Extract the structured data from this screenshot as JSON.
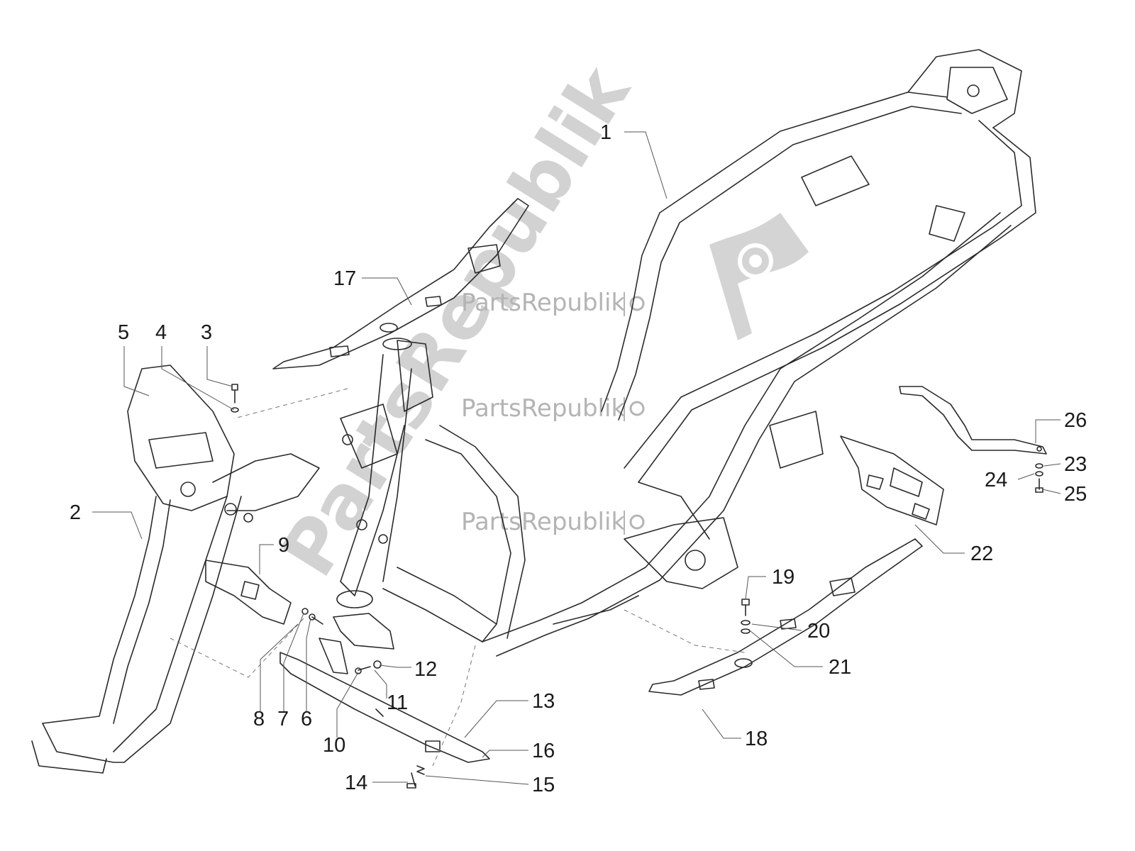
{
  "watermark": {
    "brand": "PartsRepublik",
    "color": "#b4b4b4"
  },
  "callouts": [
    "1",
    "2",
    "3",
    "4",
    "5",
    "6",
    "7",
    "8",
    "9",
    "10",
    "11",
    "12",
    "13",
    "14",
    "15",
    "16",
    "17",
    "18",
    "19",
    "20",
    "21",
    "22",
    "23",
    "24",
    "25",
    "26"
  ],
  "colors": {
    "line": "#2a2a2a",
    "background": "#ffffff"
  }
}
